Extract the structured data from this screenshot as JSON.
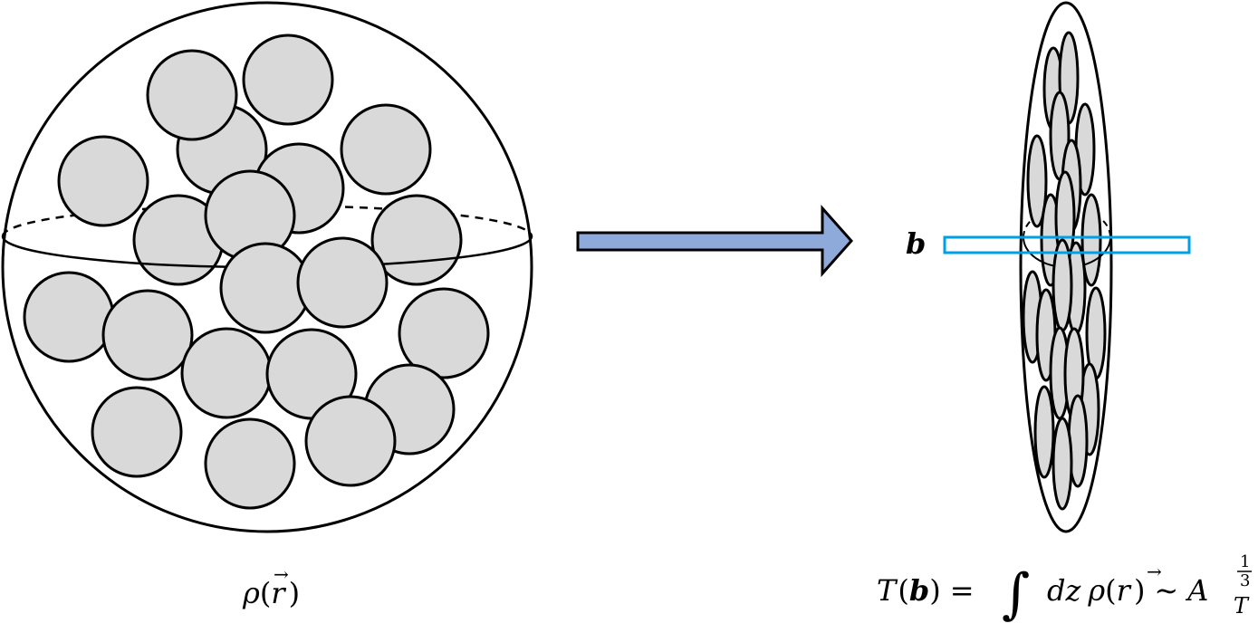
{
  "diagram": {
    "left": {
      "label_parts": {
        "rho": "ρ",
        "open": "(",
        "r": "r",
        "vec": "→",
        "close": ")"
      }
    },
    "right": {
      "b_label": "b",
      "formula_parts": {
        "T": "T",
        "open1": "(",
        "b": "b",
        "close1": ")",
        "eq": "=",
        "integral": "∫",
        "dz": "dz",
        "rho": "ρ",
        "open2": "(",
        "r": "r",
        "vec": "→",
        "close2": ")",
        "sim": "∼",
        "A": "A",
        "exp_num": "1",
        "exp_den": "3",
        "sub": "T"
      }
    },
    "colors": {
      "nucleon_fill": "#d9d9d9",
      "outline": "#000000",
      "arrow_fill": "#8eaadb",
      "impact_box": "#00a0e9"
    }
  }
}
